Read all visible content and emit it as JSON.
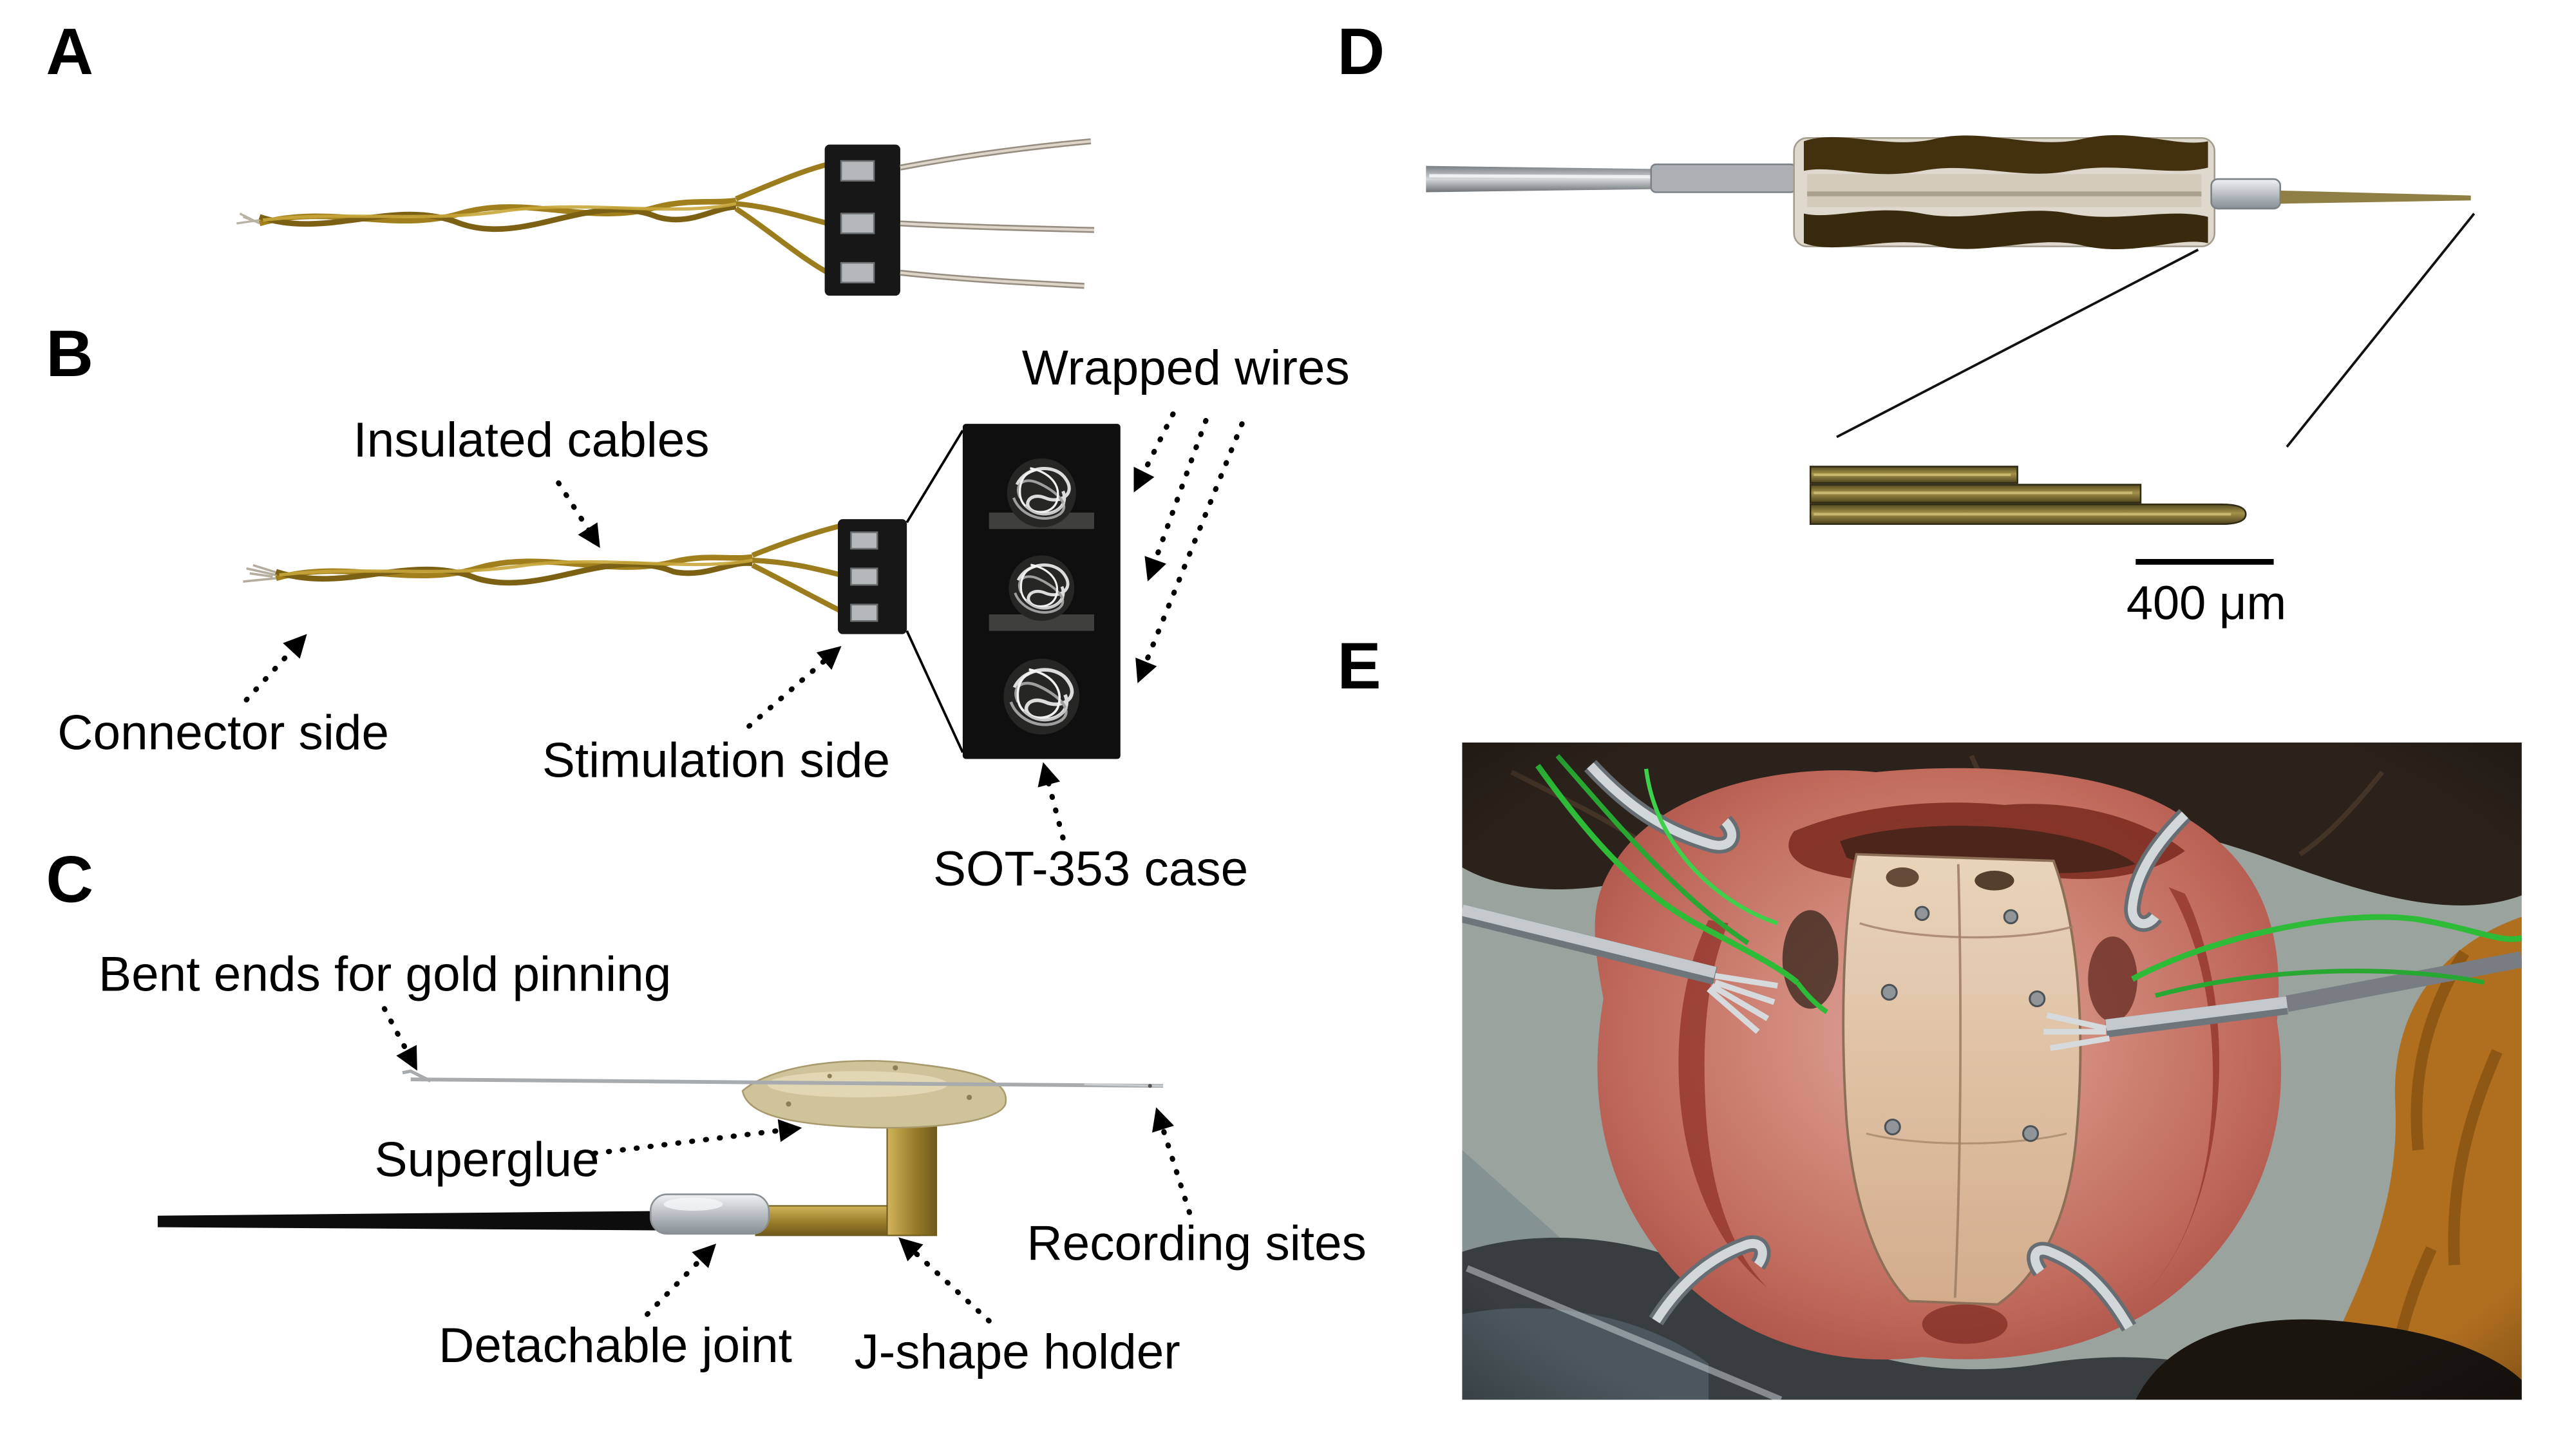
{
  "panels": {
    "a": {
      "label": "A"
    },
    "b": {
      "label": "B",
      "annotations": {
        "insulated_cables": "Insulated cables",
        "wrapped_wires": "Wrapped wires",
        "connector_side": "Connector side",
        "stimulation_side": "Stimulation side",
        "sot353_case": "SOT-353 case"
      }
    },
    "c": {
      "label": "C",
      "annotations": {
        "bent_ends": "Bent ends for gold pinning",
        "superglue": "Superglue",
        "recording_sites": "Recording sites",
        "detachable_joint": "Detachable joint",
        "j_shape_holder": "J-shape holder"
      }
    },
    "d": {
      "label": "D",
      "scale_bar": "400 μm"
    },
    "e": {
      "label": "E"
    }
  },
  "colors": {
    "background": "#ffffff",
    "text": "#000000",
    "cable_gold": "#9b7d1e",
    "case_black": "#171717",
    "wire_silver": "#c8c2ba",
    "green_wire": "#2dbb38",
    "tissue_pink": "#c06a5c"
  }
}
